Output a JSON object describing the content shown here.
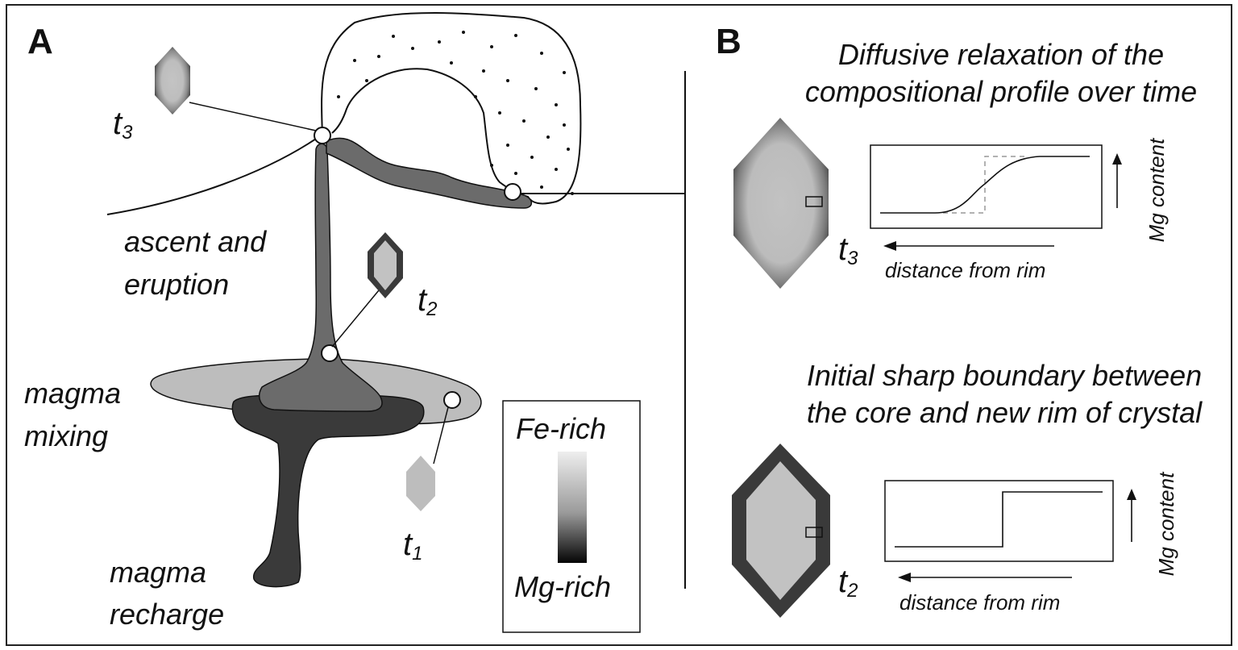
{
  "panel_a": {
    "label": "A",
    "stages": {
      "ascent": [
        "ascent and",
        "eruption"
      ],
      "mixing": [
        "magma",
        "mixing"
      ],
      "recharge": [
        "magma",
        "recharge"
      ]
    },
    "times": [
      {
        "t": "t",
        "sub": "3"
      },
      {
        "t": "t",
        "sub": "2"
      },
      {
        "t": "t",
        "sub": "1"
      }
    ],
    "legend": {
      "top": "Fe-rich",
      "bottom": "Mg-rich"
    }
  },
  "panel_b": {
    "label": "B",
    "top_title": [
      "Diffusive relaxation of the",
      "compositional profile over time"
    ],
    "bottom_title": [
      "Initial sharp boundary between",
      "the core and new rim of crystal"
    ],
    "xlabel": "distance from rim",
    "ylabel": "Mg content",
    "time_top": {
      "t": "t",
      "sub": "3"
    },
    "time_bottom": {
      "t": "t",
      "sub": "2"
    }
  },
  "colors": {
    "dark": "#3a3a3a",
    "mid": "#6b6b6b",
    "light": "#bdbdbd",
    "crystal_core": "#c2c2c2"
  }
}
